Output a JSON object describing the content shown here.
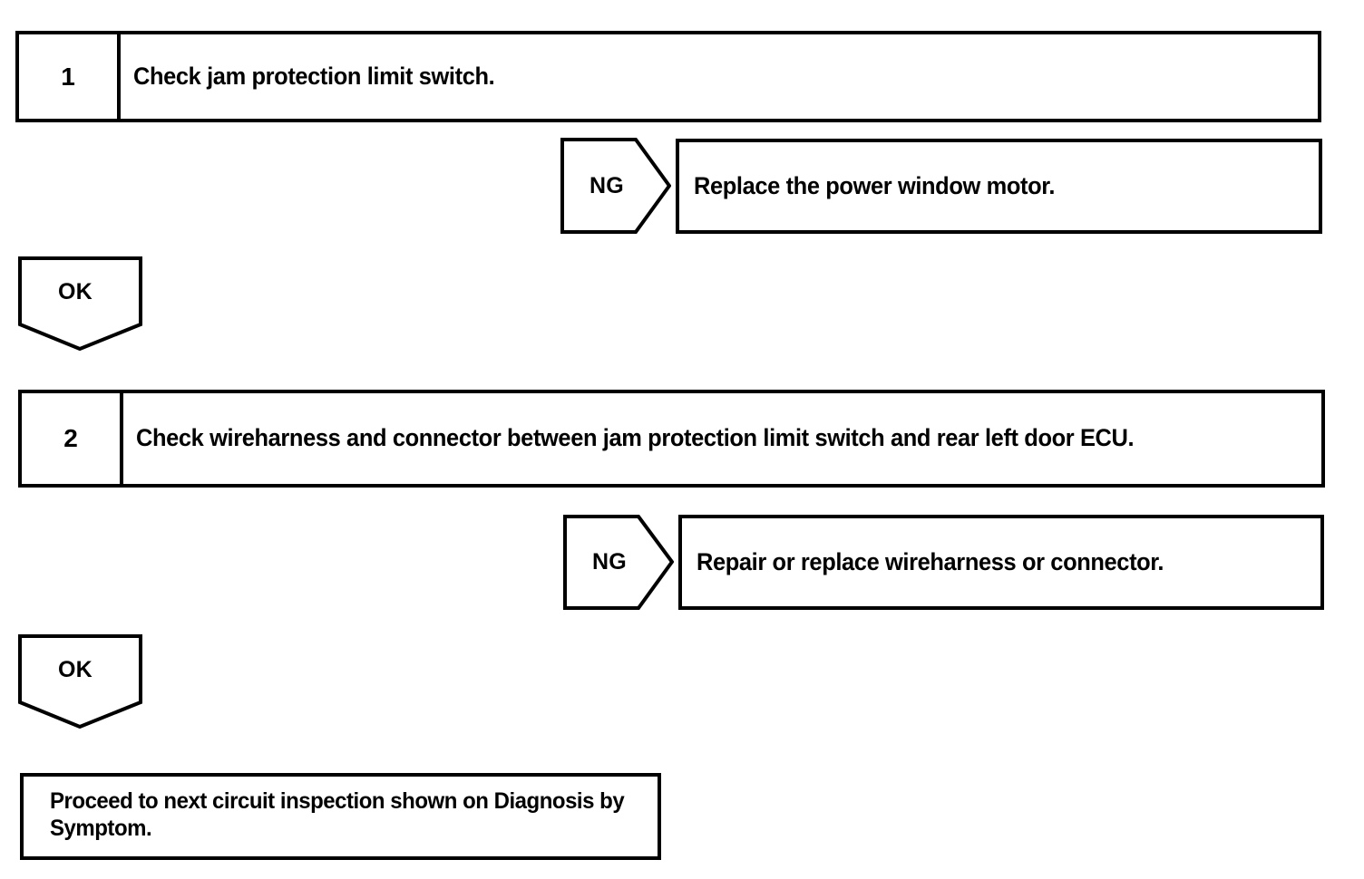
{
  "document": {
    "type": "diagnostic-troubleshooting-flowchart",
    "background_color": "#ffffff",
    "line_color": "#000000"
  },
  "steps": [
    {
      "number": "1",
      "instruction": "Check jam protection limit switch.",
      "ng": {
        "label": "NG",
        "action": "Replace the power window motor."
      },
      "ok": {
        "label": "OK"
      }
    },
    {
      "number": "2",
      "instruction": "Check wireharness and connector between jam protection limit switch and rear left door ECU.",
      "ng": {
        "label": "NG",
        "action": "Repair or replace wireharness or connector."
      },
      "ok": {
        "label": "OK"
      }
    }
  ],
  "terminal": {
    "text": "Proceed to next circuit inspection shown on Diagnosis by Symptom."
  }
}
